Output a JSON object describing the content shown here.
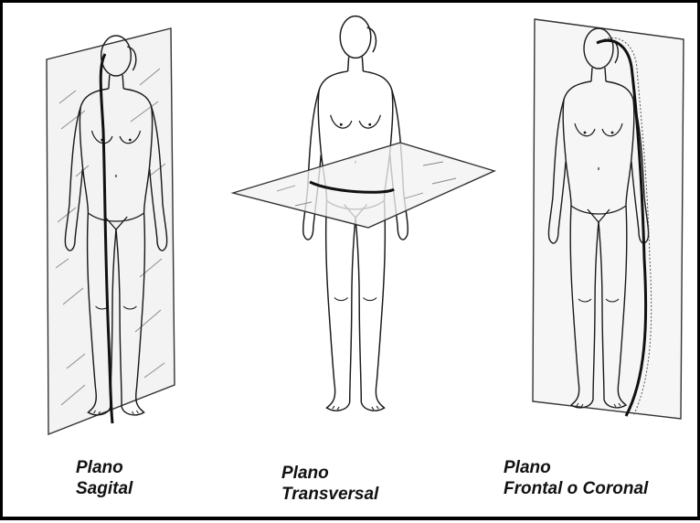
{
  "colors": {
    "ink": "#1a1a1a",
    "plane_ink": "#444444",
    "background": "#ffffff",
    "frame": "#000000"
  },
  "figures": [
    {
      "id": "sagital",
      "caption_line1": "Plano",
      "caption_line2": "Sagital"
    },
    {
      "id": "transversal",
      "caption_line1": "Plano",
      "caption_line2": "Transversal"
    },
    {
      "id": "frontal",
      "caption_line1": "Plano",
      "caption_line2": "Frontal o Coronal"
    }
  ]
}
